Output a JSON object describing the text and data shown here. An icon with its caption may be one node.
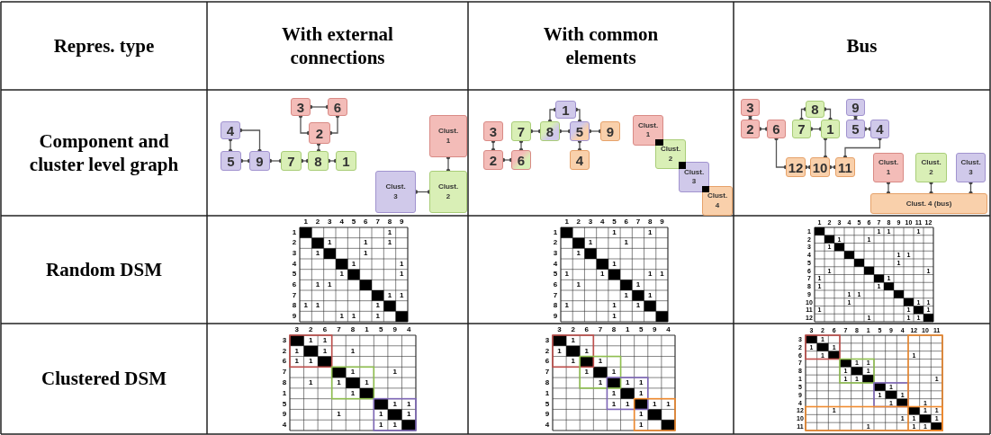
{
  "diagram": {
    "nodes": [
      {
        "text": [
          "3"
        ]
      },
      {
        "text": [
          "6"
        ]
      },
      {
        "text": [
          "2"
        ]
      },
      {
        "text": [
          "4"
        ]
      },
      {
        "text": [
          "5"
        ]
      },
      {
        "text": [
          "9"
        ]
      },
      {
        "text": [
          "7"
        ]
      },
      {
        "text": [
          "8"
        ]
      },
      {
        "text": [
          "1"
        ]
      },
      {
        "text": [
          "Clust. 1"
        ]
      },
      {
        "text": [
          "Clust. 3"
        ]
      },
      {
        "text": [
          "Clust. 2"
        ]
      },
      {
        "text": [
          "1"
        ]
      },
      {
        "text": [
          "3"
        ]
      },
      {
        "text": [
          "7"
        ]
      },
      {
        "text": [
          "8"
        ]
      },
      {
        "text": [
          "5"
        ]
      },
      {
        "text": [
          "9"
        ]
      },
      {
        "text": [
          "Clust. 1"
        ]
      },
      {
        "text": [
          "2"
        ]
      },
      {
        "text": [
          "6"
        ]
      },
      {
        "text": [
          "4"
        ]
      },
      {
        "text": [
          "Clust. 2"
        ]
      },
      {
        "text": [
          "Clust. 3"
        ]
      },
      {
        "text": [
          "Clust. 4"
        ]
      },
      {
        "text": [
          "3"
        ]
      },
      {
        "text": [
          "8"
        ]
      },
      {
        "text": [
          "9"
        ]
      },
      {
        "text": [
          "2"
        ]
      },
      {
        "text": [
          "6"
        ]
      },
      {
        "text": [
          "7"
        ]
      },
      {
        "text": [
          "1"
        ]
      },
      {
        "text": [
          "5"
        ]
      },
      {
        "text": [
          "4"
        ]
      },
      {
        "text": [
          "12"
        ]
      },
      {
        "text": [
          "10"
        ]
      },
      {
        "text": [
          "11"
        ]
      },
      {
        "text": [
          "Clust. 1"
        ]
      },
      {
        "text": [
          "Clust. 2"
        ]
      },
      {
        "text": [
          "Clust. 3"
        ]
      },
      {
        "text": [
          "Clust. 4 (bus)"
        ]
      }
    ],
    "edges": [
      {
        "from": 0,
        "to": 1,
        "arrow": "other"
      },
      {
        "from": 0,
        "to": 2,
        "arrow": "other"
      },
      {
        "from": 1,
        "to": 2,
        "arrow": "other"
      },
      {
        "from": 7,
        "to": 2,
        "arrow": "other"
      },
      {
        "from": 3,
        "to": 4,
        "arrow": "other"
      },
      {
        "from": 3,
        "to": 5,
        "arrow": "other"
      },
      {
        "from": 4,
        "to": 5,
        "arrow": "other"
      },
      {
        "from": 5,
        "to": 6,
        "arrow": "other"
      },
      {
        "from": 6,
        "to": 7,
        "arrow": "other"
      },
      {
        "from": 7,
        "to": 8,
        "arrow": "other"
      },
      {
        "from": 9,
        "to": 11,
        "arrow": "other"
      },
      {
        "from": 10,
        "to": 11,
        "arrow": "other"
      },
      {
        "from": 13,
        "to": 19,
        "arrow": "other"
      },
      {
        "from": 19,
        "to": 20,
        "arrow": "other"
      },
      {
        "from": 14,
        "to": 20,
        "arrow": "other"
      },
      {
        "from": 14,
        "to": 15,
        "arrow": "other"
      },
      {
        "from": 15,
        "to": 12,
        "arrow": "other"
      },
      {
        "from": 12,
        "to": 16,
        "arrow": "other"
      },
      {
        "from": 15,
        "to": 16,
        "arrow": "other"
      },
      {
        "from": 16,
        "to": 17,
        "arrow": "other"
      },
      {
        "from": 16,
        "to": 21,
        "arrow": "other"
      },
      {
        "from": 25,
        "to": 28,
        "arrow": "other"
      },
      {
        "from": 28,
        "to": 29,
        "arrow": "other"
      },
      {
        "from": 26,
        "to": 30,
        "arrow": "other"
      },
      {
        "from": 26,
        "to": 31,
        "arrow": "other"
      },
      {
        "from": 30,
        "to": 31,
        "arrow": "other"
      },
      {
        "from": 27,
        "to": 32,
        "arrow": "other"
      },
      {
        "from": 32,
        "to": 33,
        "arrow": "other"
      },
      {
        "from": 29,
        "to": 34,
        "arrow": "other"
      },
      {
        "from": 31,
        "to": 35,
        "arrow": "other"
      },
      {
        "from": 33,
        "to": 36,
        "arrow": "other"
      },
      {
        "from": 34,
        "to": 35,
        "arrow": "other"
      },
      {
        "from": 35,
        "to": 36,
        "arrow": "other"
      },
      {
        "from": 37,
        "to": 40,
        "arrow": "other"
      },
      {
        "from": 38,
        "to": 40,
        "arrow": "other"
      },
      {
        "from": 39,
        "to": 40,
        "arrow": "other"
      }
    ],
    "labels": [
      "Repres. type",
      "With external connections",
      "With common elements",
      "Bus",
      "Component and cluster level graph",
      "Random DSM",
      "1",
      "2",
      "3",
      "4",
      "5",
      "6",
      "7",
      "8",
      "9",
      "1",
      "1",
      "2",
      "1",
      "1",
      "1",
      "3",
      "1",
      "1",
      "4",
      "1",
      "1",
      "5",
      "1",
      "1",
      "6",
      "1",
      "1",
      "7",
      "1",
      "1",
      "8",
      "1",
      "1",
      "1",
      "9",
      "1",
      "1",
      "1",
      "1",
      "2",
      "3",
      "4",
      "5",
      "6",
      "7",
      "8",
      "9",
      "1",
      "1",
      "1",
      "2",
      "1",
      "1",
      "3",
      "1",
      "4",
      "1",
      "5",
      "1",
      "1",
      "1",
      "1",
      "6",
      "1",
      "1",
      "7",
      "1",
      "1",
      "8",
      "1",
      "1",
      "1",
      "9",
      "1",
      "1",
      "2",
      "3",
      "4",
      "5",
      "6",
      "7",
      "8",
      "9",
      "10",
      "11",
      "12",
      "1",
      "1",
      "1",
      "1",
      "2",
      "1",
      "1",
      "3",
      "1",
      "4",
      "1",
      "1",
      "5",
      "1",
      "6",
      "1",
      "1",
      "7",
      "1",
      "1",
      "8",
      "1",
      "1",
      "9",
      "1",
      "1",
      "10",
      "1",
      "1",
      "1",
      "11",
      "1",
      "1",
      "1",
      "12",
      "1",
      "1",
      "1",
      "Clustered DSM",
      "3",
      "2",
      "6",
      "7",
      "8",
      "1",
      "5",
      "9",
      "4",
      "3",
      "1",
      "1",
      "2",
      "1",
      "1",
      "1",
      "6",
      "1",
      "1",
      "7",
      "1",
      "1",
      "8",
      "1",
      "1",
      "1",
      "1",
      "1",
      "5",
      "1",
      "1",
      "9",
      "1",
      "1",
      "1",
      "4",
      "1",
      "1",
      "3",
      "2",
      "6",
      "7",
      "8",
      "1",
      "5",
      "9",
      "4",
      "3",
      "1",
      "2",
      "1",
      "1",
      "6",
      "1",
      "1",
      "7",
      "1",
      "1",
      "8",
      "1",
      "1",
      "1",
      "1",
      "1",
      "1",
      "5",
      "1",
      "1",
      "1",
      "1",
      "9",
      "1",
      "4",
      "1",
      "3",
      "2",
      "6",
      "7",
      "8",
      "1",
      "5",
      "9",
      "4",
      "12",
      "10",
      "11",
      "3",
      "1",
      "2",
      "1",
      "1",
      "6",
      "1",
      "1",
      "7",
      "1",
      "1",
      "8",
      "1",
      "1",
      "1",
      "1",
      "1",
      "1",
      "5",
      "1",
      "9",
      "1",
      "1",
      "4",
      "1",
      "1",
      "12",
      "1",
      "1",
      "1",
      "10",
      "1",
      "1",
      "1",
      "11",
      "1",
      "1",
      "1"
    ]
  }
}
